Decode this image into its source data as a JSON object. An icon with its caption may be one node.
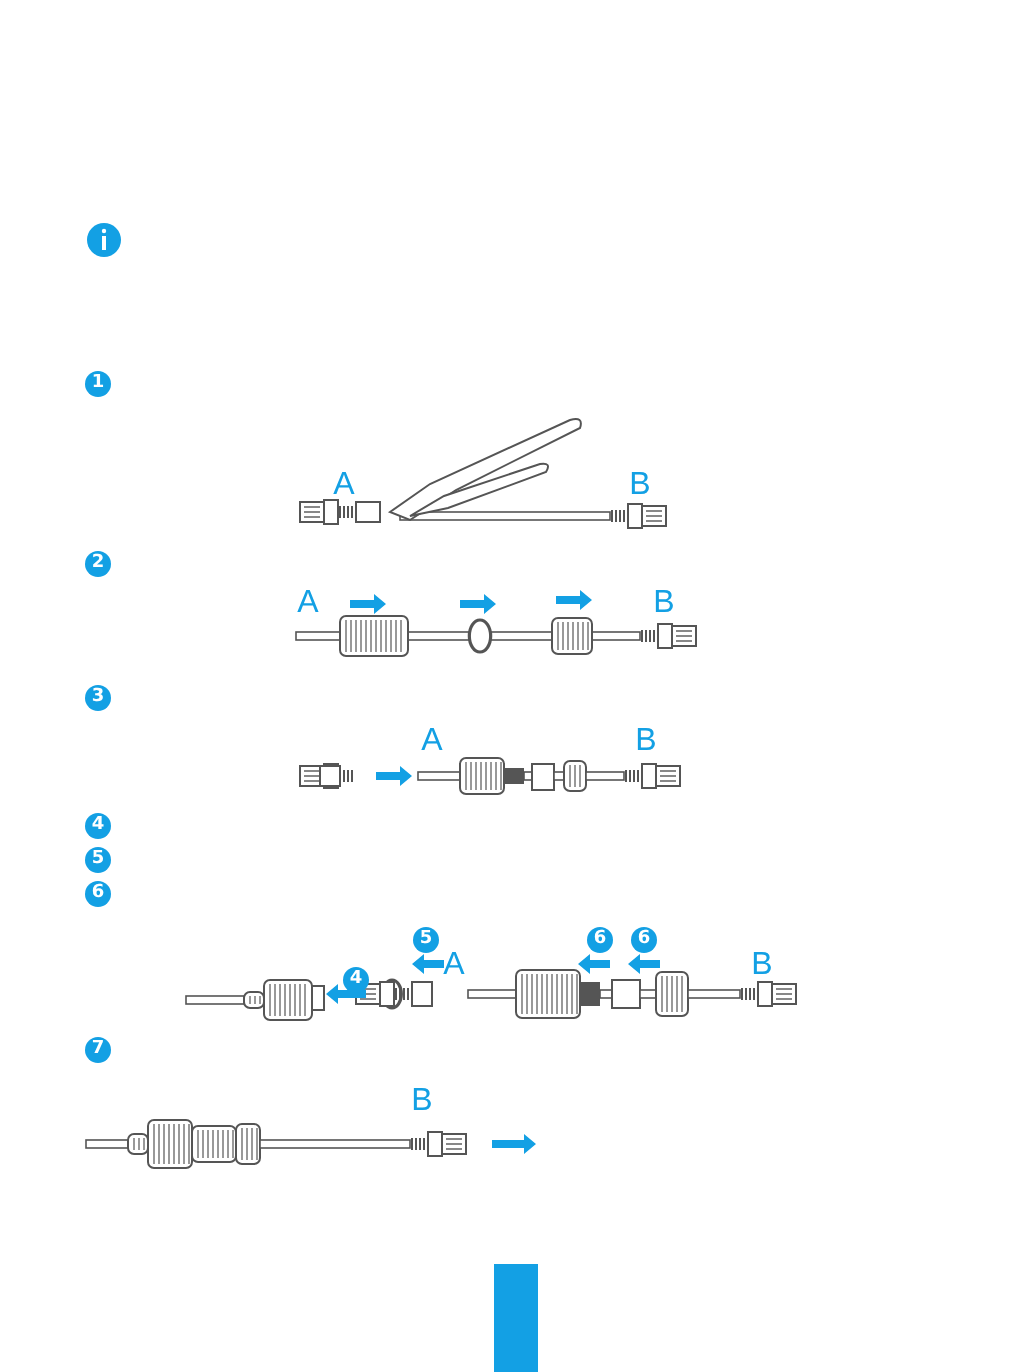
{
  "diagram": {
    "labels": [
      "1",
      "A",
      "B",
      "2",
      "A",
      "B",
      "3",
      "A",
      "B",
      "4",
      "5",
      "6",
      "5",
      "6",
      "6",
      "4",
      "A",
      "B",
      "7",
      "B"
    ]
  }
}
